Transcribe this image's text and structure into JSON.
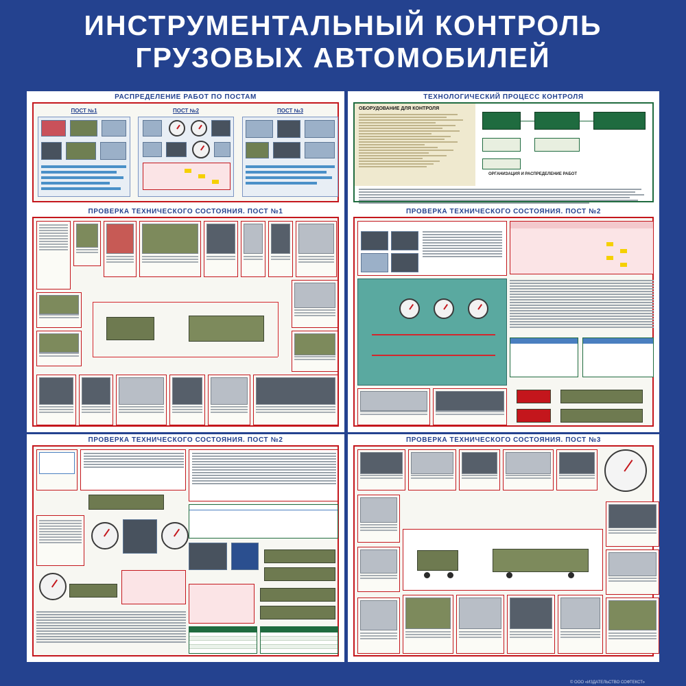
{
  "header": {
    "title_line1": "ИНСТРУМЕНТАЛЬНЫЙ КОНТРОЛЬ",
    "title_line2": "ГРУЗОВЫХ АВТОМОБИЛЕЙ"
  },
  "panels": {
    "distribution": {
      "title": "РАСПРЕДЕЛЕНИЕ РАБОТ ПО ПОСТАМ",
      "posts": [
        "ПОСТ №1",
        "ПОСТ №2",
        "ПОСТ №3"
      ]
    },
    "process": {
      "title": "ТЕХНОЛОГИЧЕСКИЙ ПРОЦЕСС КОНТРОЛЯ",
      "equipment_heading": "ОБОРУДОВАНИЕ ДЛЯ КОНТРОЛЯ",
      "organization_heading": "ОРГАНИЗАЦИЯ И РАСПРЕДЕЛЕНИЕ РАБОТ"
    },
    "check_post1": {
      "title": "ПРОВЕРКА ТЕХНИЧЕСКОГО СОСТОЯНИЯ. ПОСТ №1"
    },
    "check_post2_upper": {
      "title": "ПРОВЕРКА ТЕХНИЧЕСКОГО СОСТОЯНИЯ. ПОСТ №2"
    },
    "check_post2_lower": {
      "title": "ПРОВЕРКА ТЕХНИЧЕСКОГО СОСТОЯНИЯ. ПОСТ №2"
    },
    "check_post3": {
      "title": "ПРОВЕРКА ТЕХНИЧЕСКОГО СОСТОЯНИЯ. ПОСТ №3"
    }
  },
  "colors": {
    "background": "#24428f",
    "accent_red": "#c4161c",
    "panel": "#ffffff",
    "green": "#1f6b3f"
  },
  "footer": {
    "publisher": "© ООО «ИЗДАТЕЛЬСТВО СОФТЕКСТ»"
  }
}
